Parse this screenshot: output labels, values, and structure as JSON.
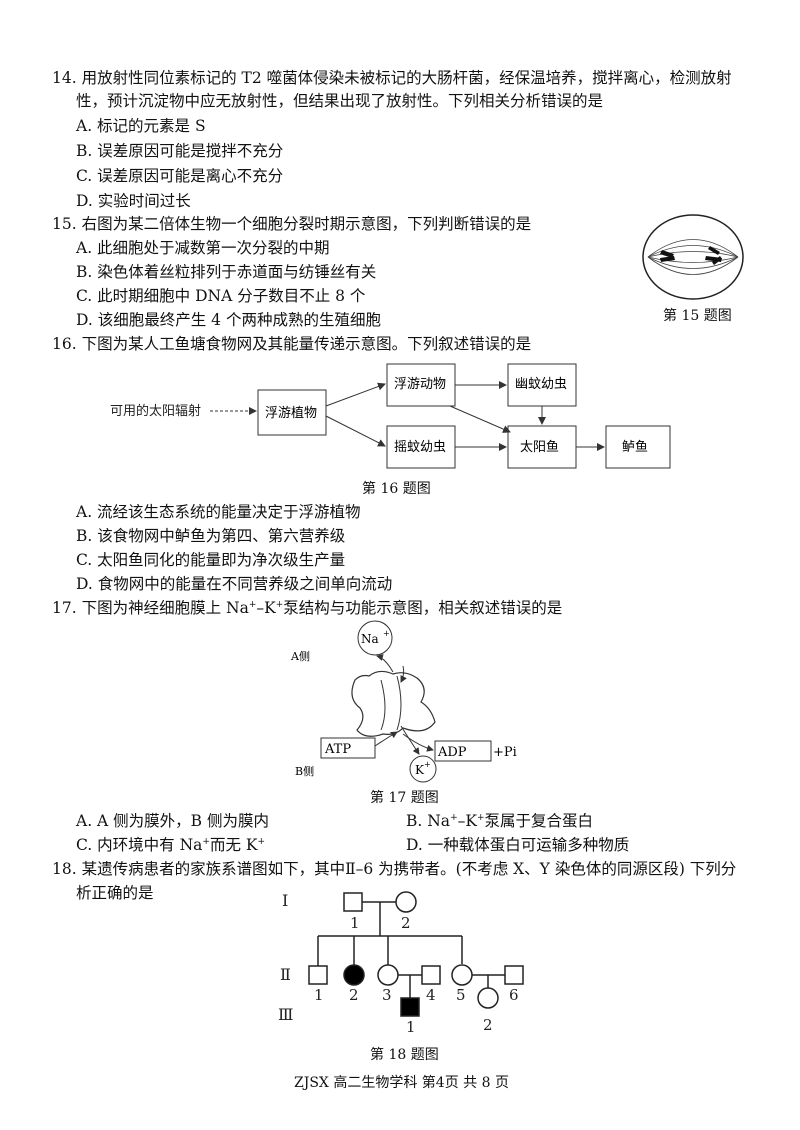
{
  "q14": {
    "line1": "14. 用放射性同位素标记的 T2 噬菌体侵染未被标记的大肠杆菌，经保温培养，搅拌离心，检测放射",
    "line2": "性，预计沉淀物中应无放射性，但结果出现了放射性。下列相关分析错误的是",
    "options": [
      "A. 标记的元素是 S",
      "B. 误差原因可能是搅拌不充分",
      "C. 误差原因可能是离心不充分",
      "D. 实验时间过长"
    ]
  },
  "q15": {
    "stem": "15. 右图为某二倍体生物一个细胞分裂时期示意图，下列判断错误的是",
    "options": [
      "A. 此细胞处于减数第一次分裂的中期",
      "B. 染色体着丝粒排列于赤道面与纺锤丝有关",
      "C. 此时期细胞中 DNA 分子数目不止 8 个",
      "D. 该细胞最终产生 4 个两种成熟的生殖细胞"
    ],
    "caption": "第 15 题图"
  },
  "q16": {
    "stem": "16. 下图为某人工鱼塘食物网及其能量传递示意图。下列叙述错误的是",
    "nodes": {
      "sun": "可用的太阳辐射",
      "plant": "浮游植物",
      "zoo": "浮游动物",
      "mosquito_larva": "摇蚊幼虫",
      "damselfly": "幽蚊幼虫",
      "sunfish": "太阳鱼",
      "bass": "鲈鱼"
    },
    "caption": "第 16 题图",
    "options": [
      "A. 流经该生态系统的能量决定于浮游植物",
      "B. 该食物网中鲈鱼为第四、第六营养级",
      "C. 太阳鱼同化的能量即为净次级生产量",
      "D. 食物网中的能量在不同营养级之间单向流动"
    ]
  },
  "q17": {
    "stem_a": "17. 下图为神经细胞膜上 Na",
    "stem_b": "–K",
    "stem_c": "泵结构与功能示意图，相关叙述错误的是",
    "sup": "+",
    "labels": {
      "side_a": "A侧",
      "side_b": "B侧",
      "na": "Na",
      "k": "K",
      "atp": "ATP",
      "adp": "ADP",
      "pi": "+Pi",
      "plus": "+"
    },
    "caption": "第 17 题图",
    "optA": "A. A 侧为膜外，B 侧为膜内",
    "optB_a": "B. Na",
    "optB_b": "–K",
    "optB_c": "泵属于复合蛋白",
    "optC_a": "C. 内环境中有 Na",
    "optC_b": "而无 K",
    "optD": "D. 一种载体蛋白可运输多种物质"
  },
  "q18": {
    "line1": "18. 某遗传病患者的家族系谱图如下，其中Ⅱ–6 为携带者。(不考虑 X、Y 染色体的同源区段) 下列分",
    "line2": "析正确的是",
    "gen": [
      "Ⅰ",
      "Ⅱ",
      "Ⅲ"
    ],
    "nums": {
      "i1": "1",
      "i2": "2",
      "ii1": "1",
      "ii2": "2",
      "ii3": "3",
      "ii4": "4",
      "ii5": "5",
      "ii6": "6",
      "iii1": "1",
      "iii2": "2"
    },
    "caption": "第 18 题图"
  },
  "footer": "ZJSX  高二生物学科  第4页  共 8 页"
}
